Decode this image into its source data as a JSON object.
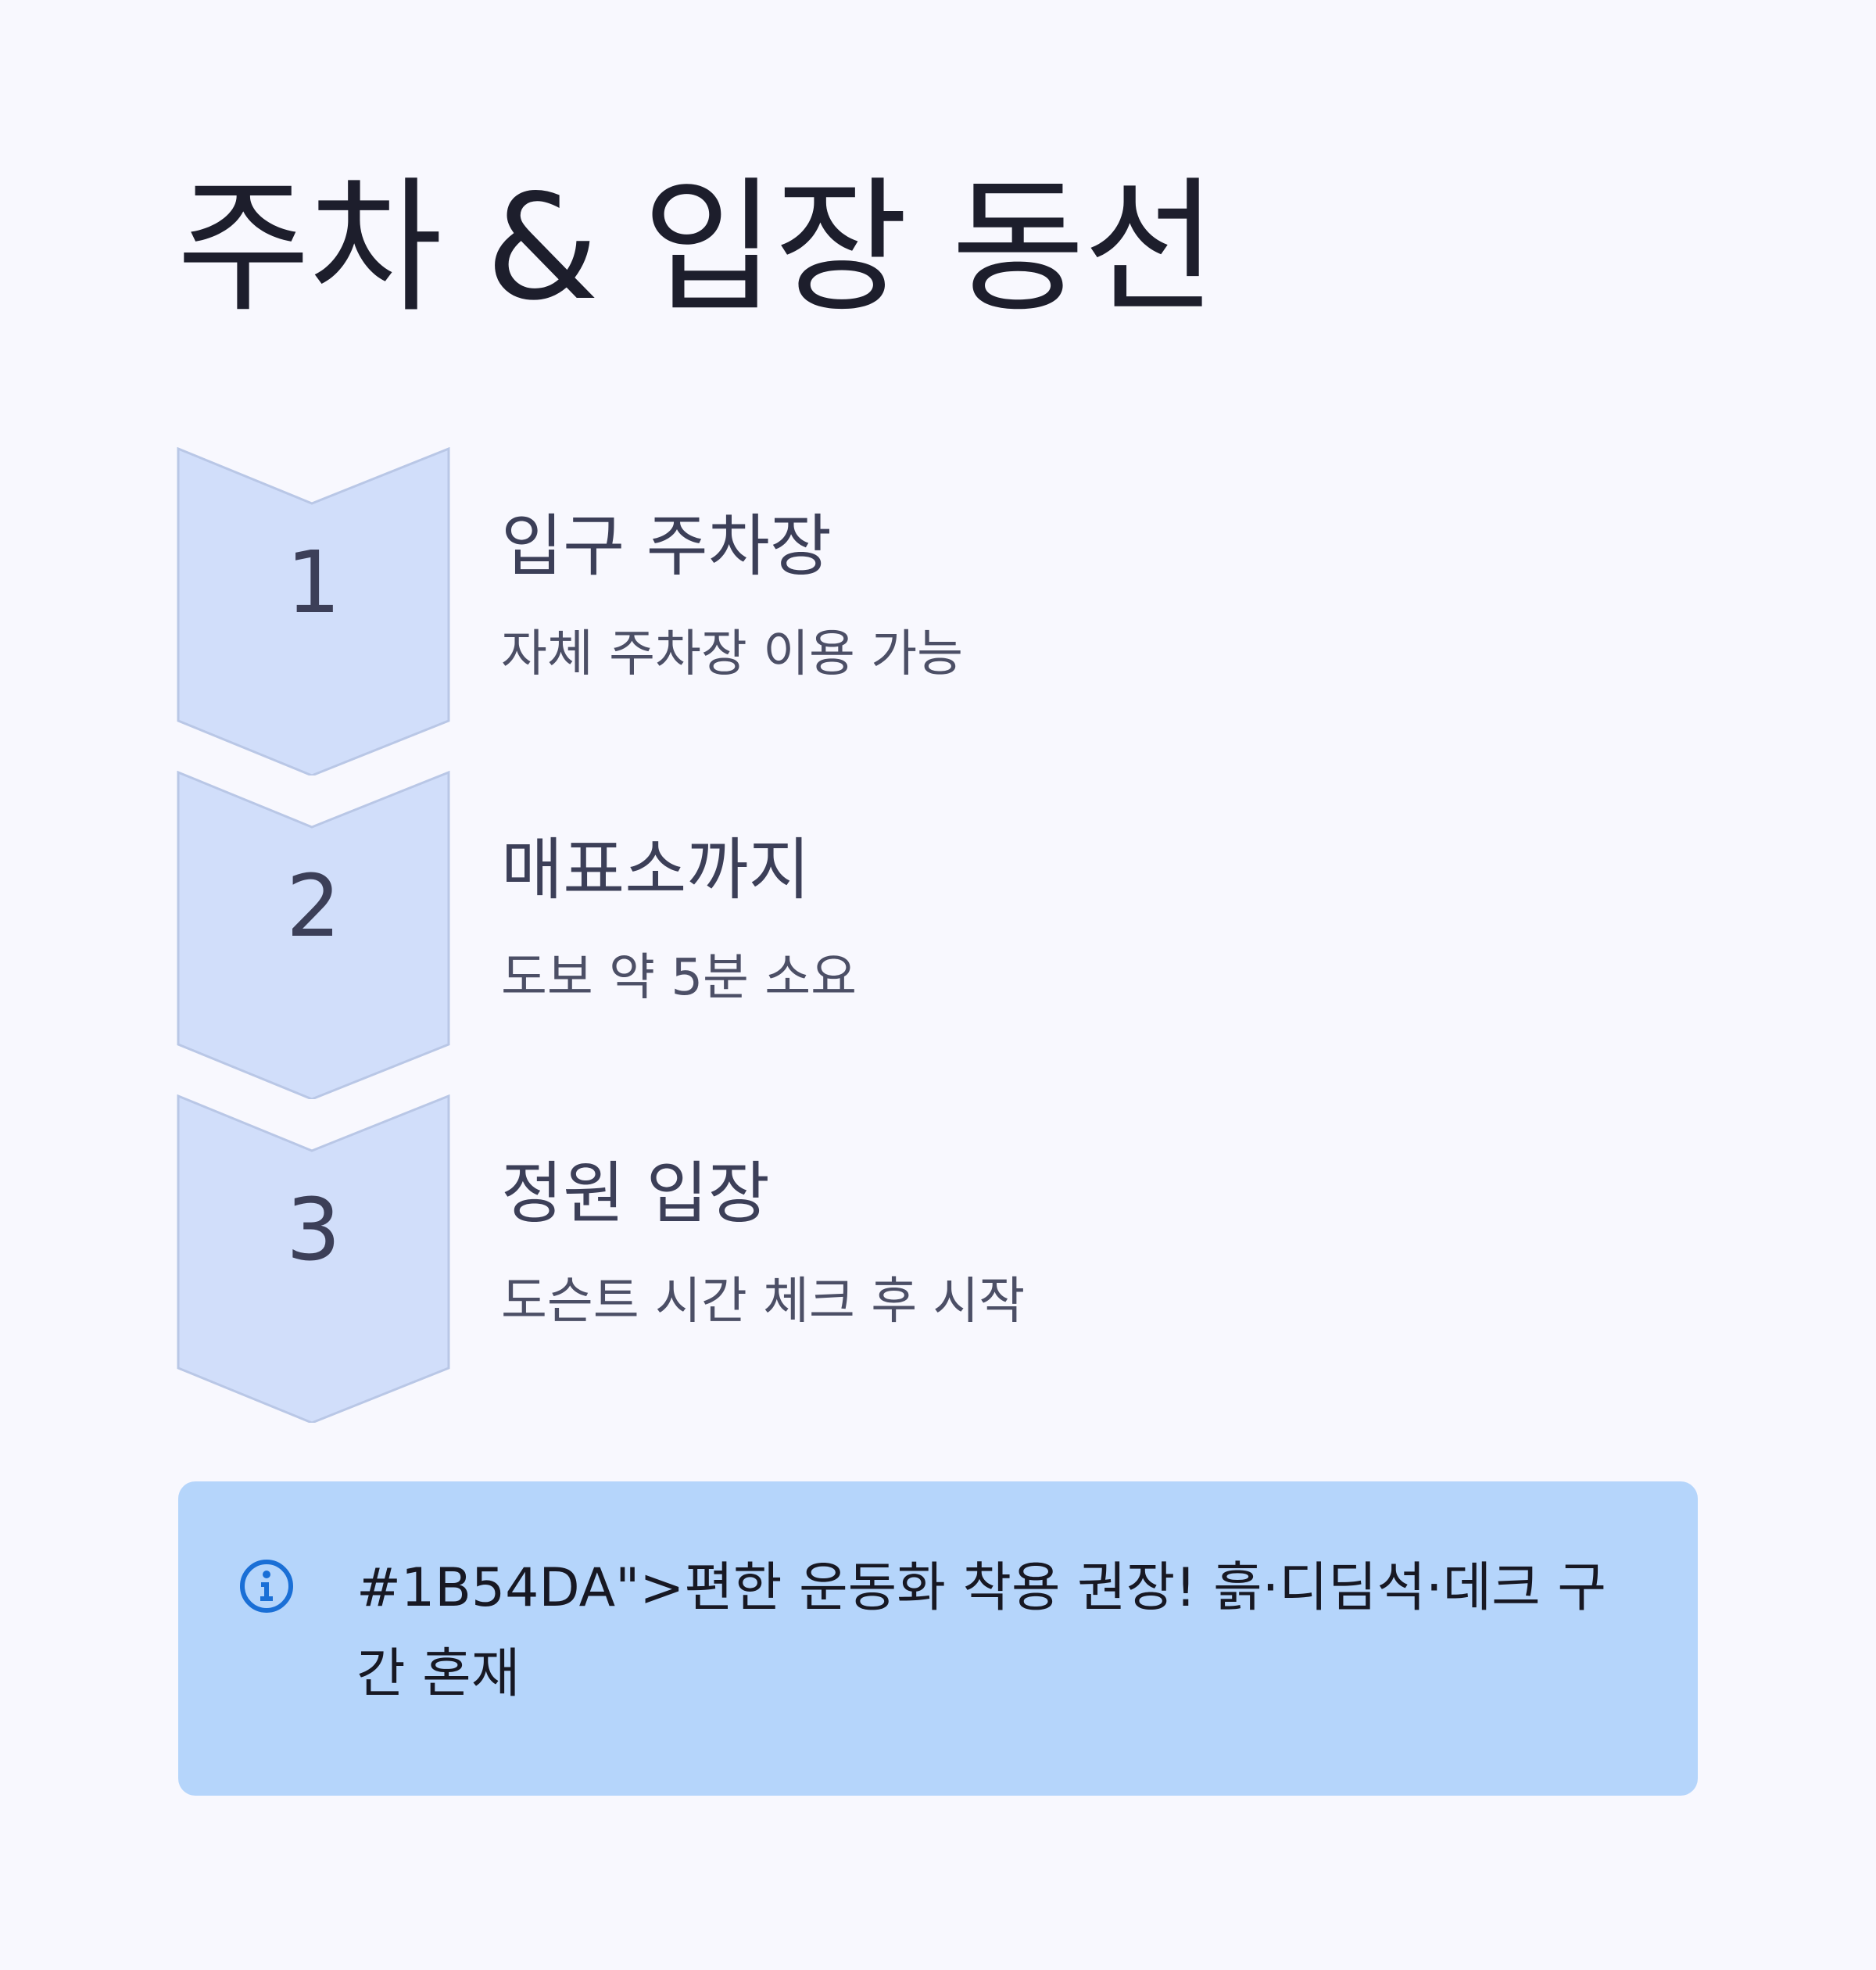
{
  "title": "주차 & 입장 동선",
  "steps": [
    {
      "number": "1",
      "title": "입구 주차장",
      "description": "자체 주차장 이용 가능"
    },
    {
      "number": "2",
      "title": "매표소까지",
      "description": "도보 약 5분 소요"
    },
    {
      "number": "3",
      "title": "정원 입장",
      "description": "도슨트 시간 체크 후 시작"
    }
  ],
  "callout": {
    "icon": "info-icon",
    "text": "#1B54DA\">편한 운동화 착용 권장! 흙·디딤석·데크 구간 혼재"
  },
  "colors": {
    "background": "#f8f8fe",
    "marker_fill": "#d1defa",
    "marker_stroke": "#b9c7e6",
    "callout_background": "#b5d5fb",
    "info_icon": "#1a6fd6"
  }
}
